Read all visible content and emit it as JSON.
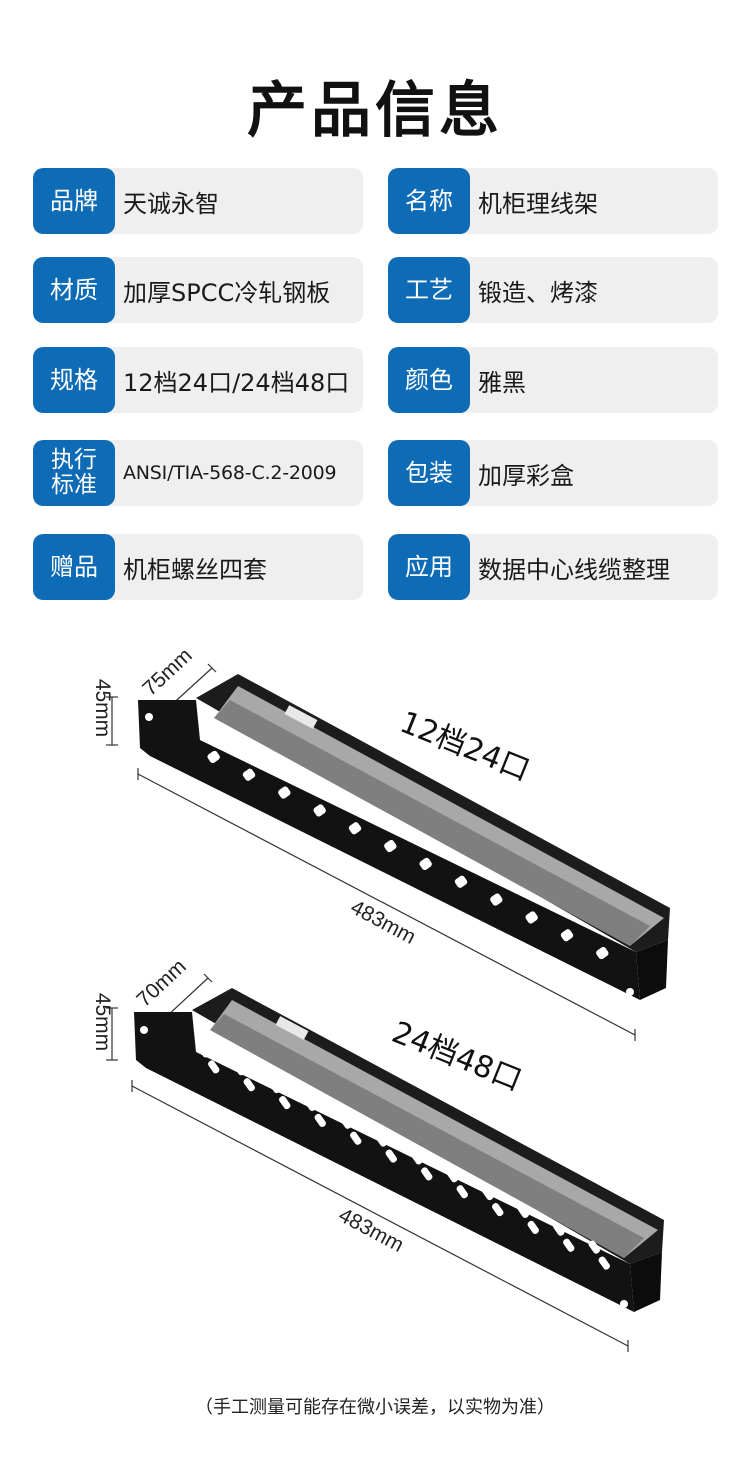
{
  "page": {
    "title": "产品信息"
  },
  "specs": [
    {
      "left": {
        "label": "品牌",
        "value": "天诚永智"
      },
      "right": {
        "label": "名称",
        "value": "机柜理线架"
      }
    },
    {
      "left": {
        "label": "材质",
        "value": "加厚SPCC冷轧钢板"
      },
      "right": {
        "label": "工艺",
        "value": "锻造、烤漆"
      }
    },
    {
      "left": {
        "label": "规格",
        "value": "12档24口/24档48口"
      },
      "right": {
        "label": "颜色",
        "value": "雅黑"
      }
    },
    {
      "left": {
        "label": "执行\n标准",
        "value": "ANSI/TIA-568-C.2-2009"
      },
      "right": {
        "label": "包装",
        "value": "加厚彩盒"
      }
    },
    {
      "left": {
        "label": "赠品",
        "value": "机柜螺丝四套"
      },
      "right": {
        "label": "应用",
        "value": "数据中心线缆整理"
      }
    }
  ],
  "products": [
    {
      "model": "12档24口",
      "depth": "75mm",
      "height": "45mm",
      "length": "483mm",
      "slots": 12
    },
    {
      "model": "24档48口",
      "depth": "70mm",
      "height": "45mm",
      "length": "483mm",
      "slots": 24
    }
  ],
  "colors": {
    "accent": "#0e6bb5",
    "card": "#efefef",
    "panel": "#141414",
    "rail": "#a9a9a9"
  },
  "footnote": "（手工测量可能存在微小误差，以实物为准）"
}
